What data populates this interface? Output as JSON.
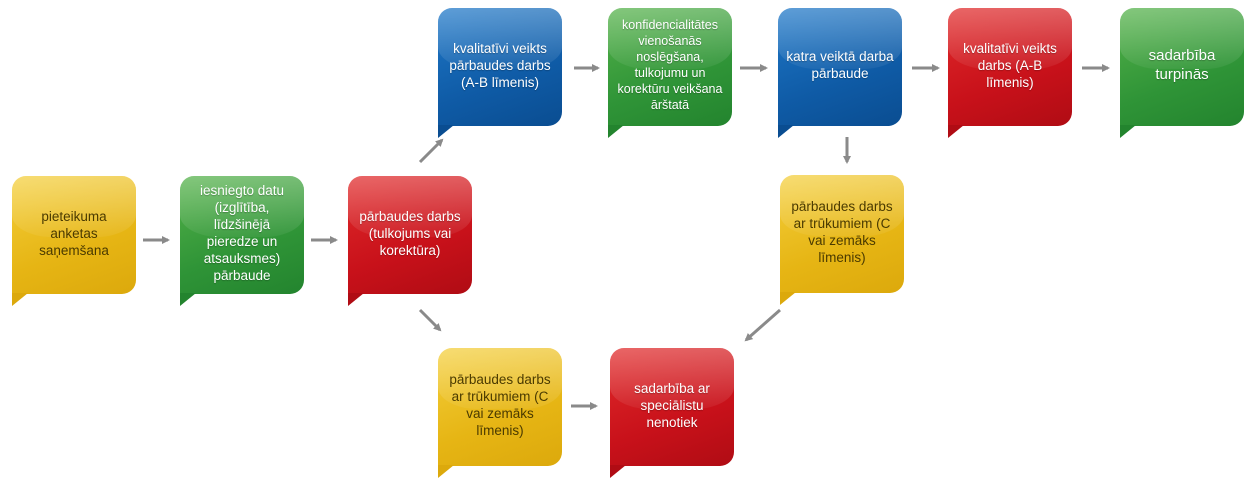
{
  "nodes": {
    "application": "pieteikuma anketas saņemšana",
    "data_check": "iesniegto datu (izglītība, līdzšinējā pieredze un atsauksmes) pārbaude",
    "test_work": "pārbaudes darbs (tulkojums vai korektūra)",
    "quality_test_ab": "kvalitatīvi veikts pārbaudes darbs (A-B līmenis)",
    "confidentiality": "konfidencialitātes vienošanās noslēgšana, tulkojumu un korektūru veikšana ārštatā",
    "each_work_check": "katra veiktā darba pārbaude",
    "quality_work_ab": "kvalitatīvi veikts darbs (A-B līmenis)",
    "cooperation_continues": "sadarbība turpinās",
    "test_flawed_upper": "pārbaudes darbs ar trūkumiem (C vai zemāks līmenis)",
    "test_flawed_lower": "pārbaudes darbs ar trūkumiem (C vai zemāks līmenis)",
    "no_cooperation": "sadarbība ar speciālistu nenotiek"
  },
  "colors": {
    "blue": "#0f5ba6",
    "green": "#2f9437",
    "red": "#c8111a",
    "yellow": "#e6b514",
    "arrow": "#8a8a8a"
  }
}
